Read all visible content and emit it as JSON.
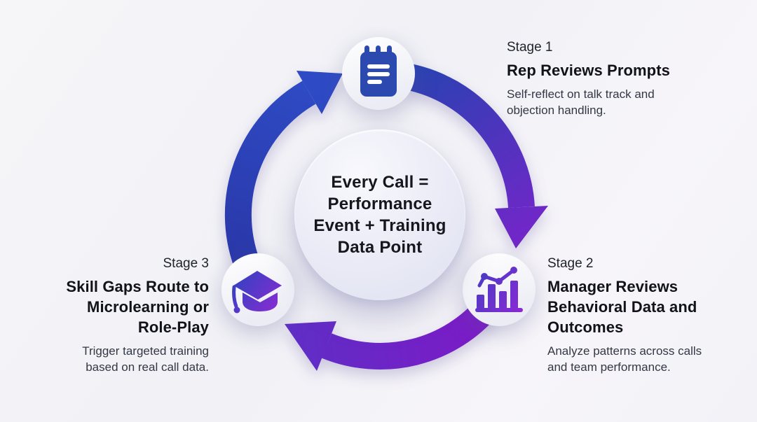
{
  "center": {
    "lines": [
      "Every Call =",
      "Performance",
      "Event + Training",
      "Data Point"
    ]
  },
  "stages": [
    {
      "label": "Stage 1",
      "title": "Rep Reviews Prompts",
      "description": "Self-reflect on talk track and objection handling.",
      "icon": "notepad-icon"
    },
    {
      "label": "Stage 2",
      "title": "Manager Reviews Behavioral Data and Outcomes",
      "description": "Analyze patterns across calls and team performance.",
      "icon": "bar-chart-trend-icon"
    },
    {
      "label": "Stage 3",
      "title": "Skill Gaps Route to Microlearning or Role-Play",
      "description": "Trigger targeted training based on real call data.",
      "icon": "graduation-cap-icon"
    }
  ],
  "colors": {
    "arrow_blue_dark": "#2a38a9",
    "arrow_blue": "#2b41b2",
    "arrow_blue_light": "#2e4ac4",
    "arrow_purple": "#7426c9",
    "arrow_purple_bright": "#7d1ac7",
    "arrow_violet": "#5f2ec6",
    "notepad_blue": "#2b49ae",
    "icon_grad_blue": "#4b3bc6",
    "icon_grad_purple": "#8a28d4",
    "cap_grad_blue": "#2f42c0",
    "cap_grad_purple": "#8c2bd3",
    "node_top": "#ffffff",
    "node_bottom": "#ebecf4",
    "heading_text": "#111319",
    "body_text": "#333845"
  }
}
